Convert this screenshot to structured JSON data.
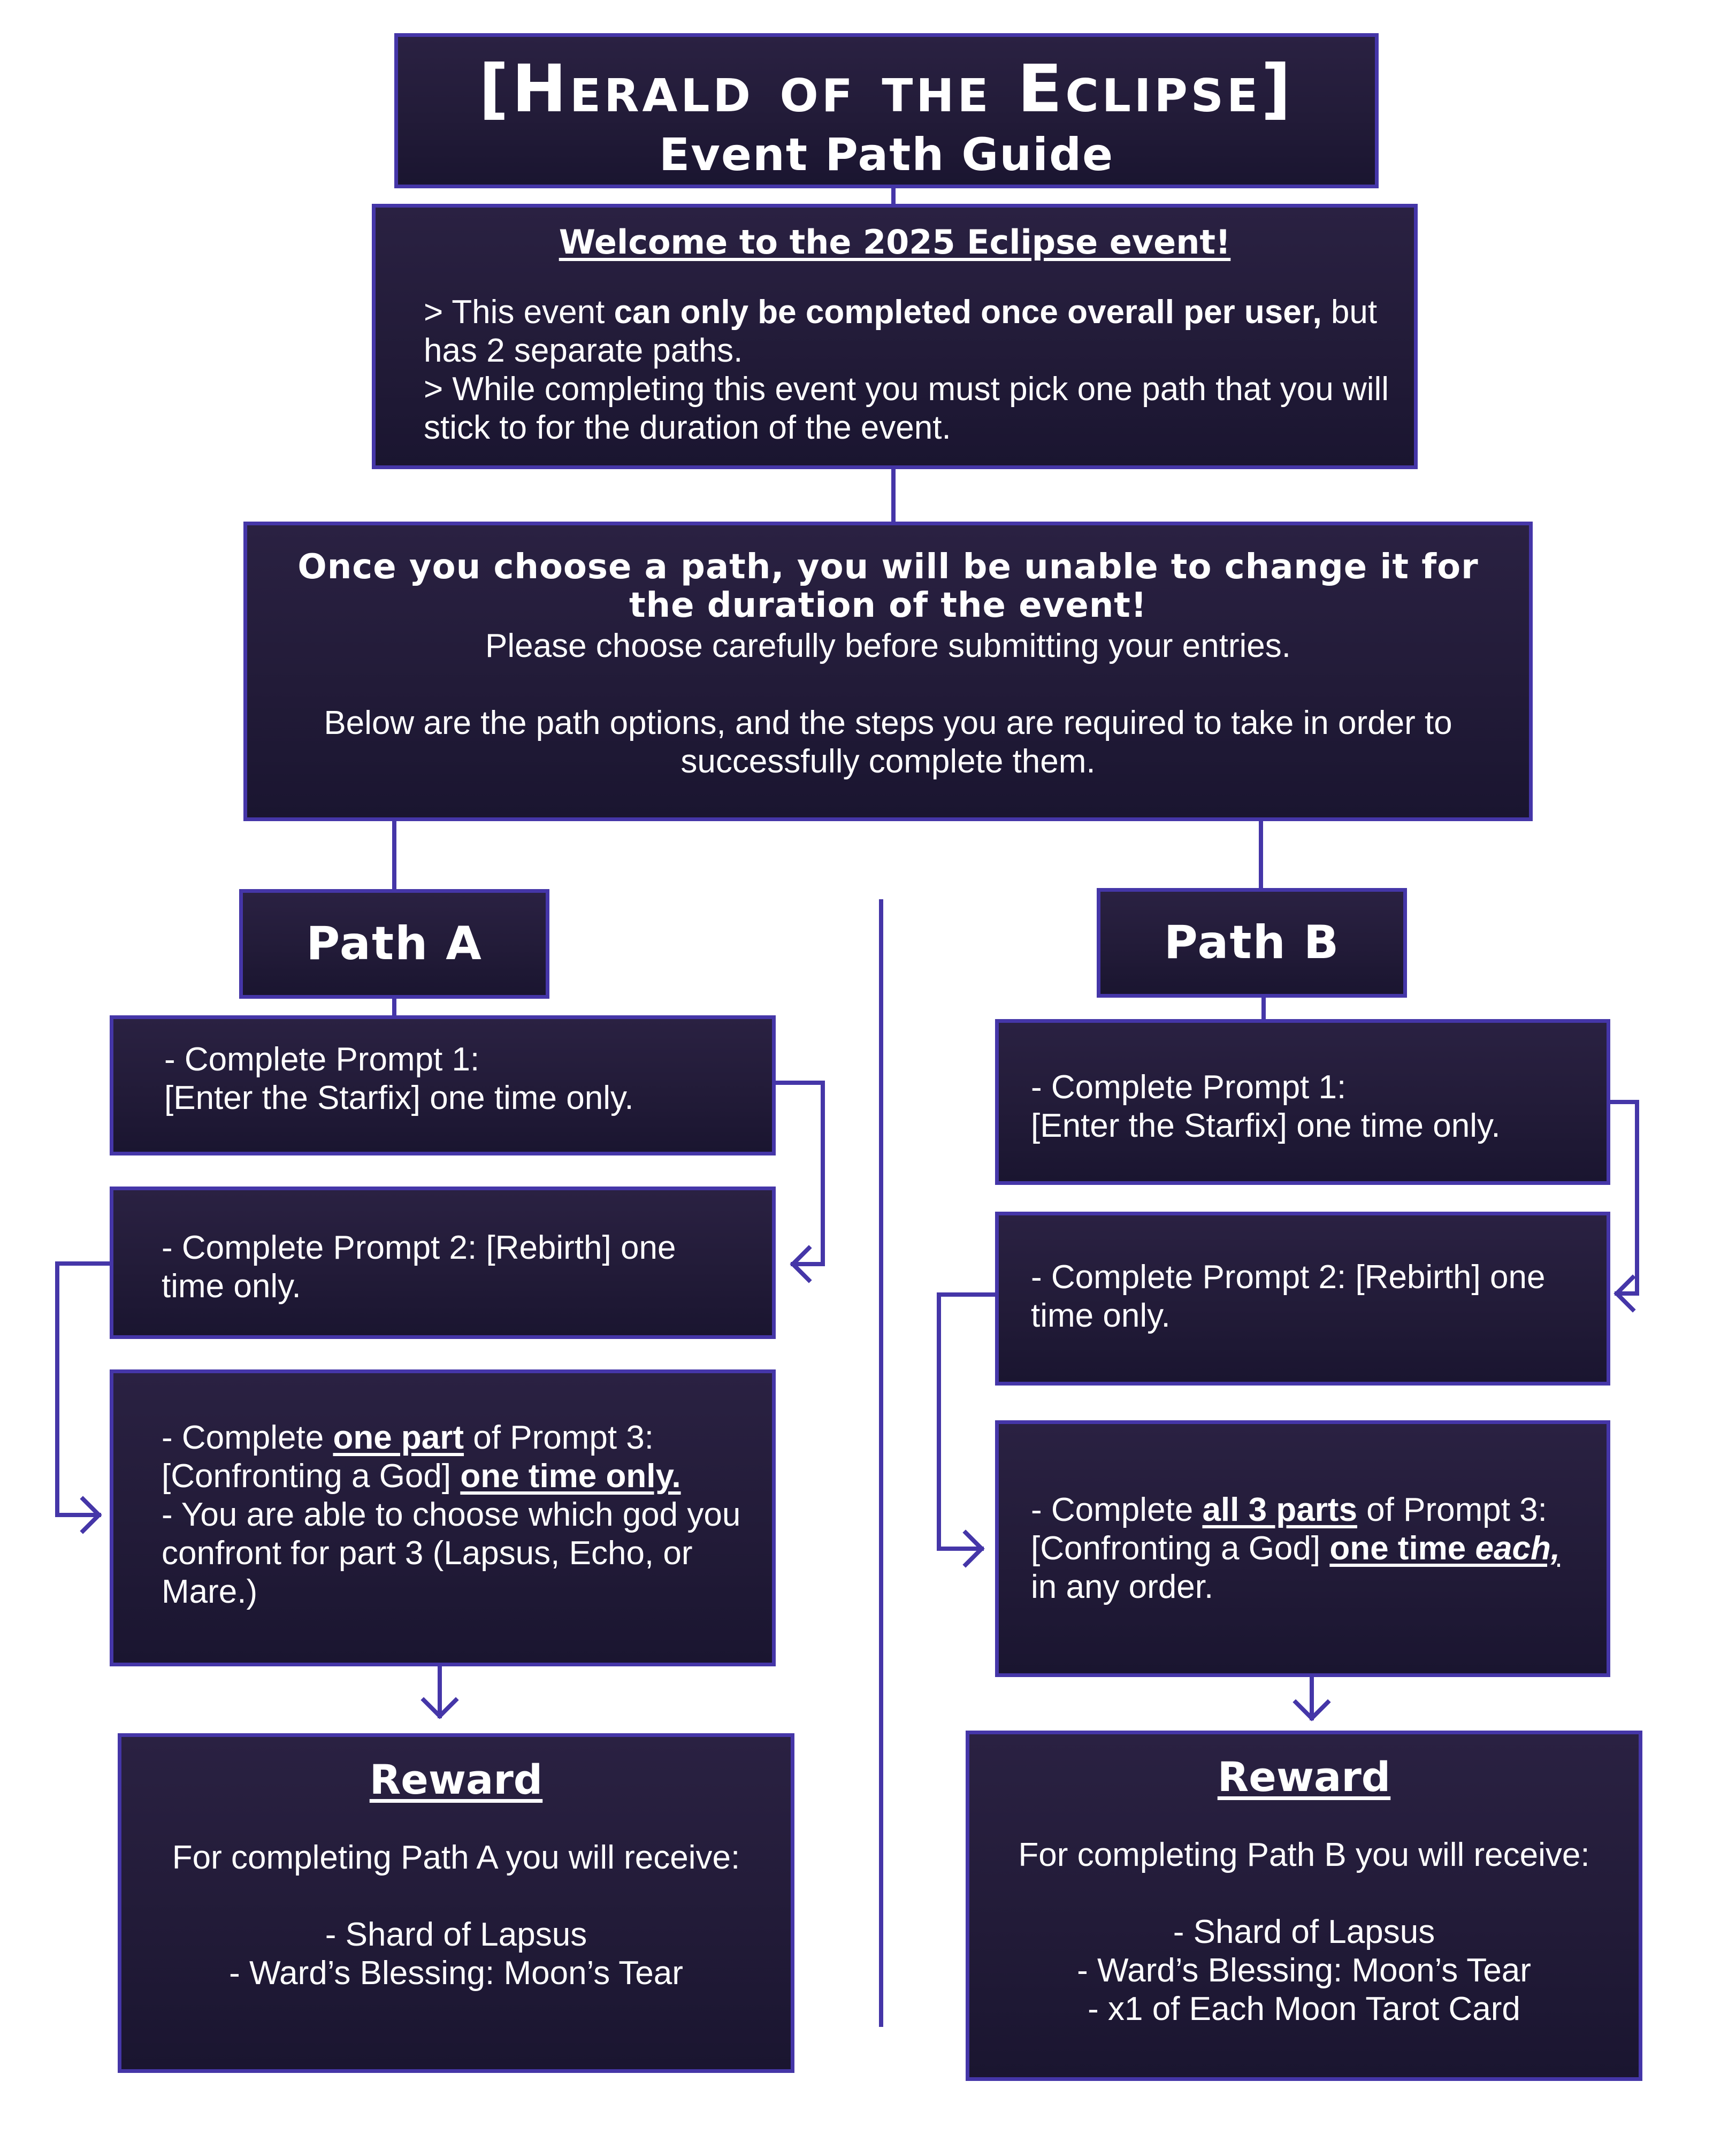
{
  "header": {
    "title": "[Herald of the Eclipse]",
    "subtitle": "Event Path Guide"
  },
  "welcome": {
    "heading": "Welcome to the 2025 Eclipse event!",
    "line1_prefix": "> This event ",
    "line1_bold": "can only be completed once overall per user,",
    "line1_suffix": " but has 2 separate paths.",
    "line2": "> While completing this event you must pick one path that you will stick to for the duration of the event."
  },
  "warning": {
    "bold": "Once you choose a path, you will be unable to change it for the duration of the event!",
    "line1": "Please choose carefully before submitting your entries.",
    "line2": "Below are the path options, and the steps you are required to take in order to successfully complete them."
  },
  "path_a": {
    "title": "Path A",
    "step1_a": "- Complete Prompt 1:",
    "step1_b": "[Enter the Starfix] one time only.",
    "step2": "- Complete Prompt 2: [Rebirth] one time only.",
    "step3_p1": "- Complete ",
    "step3_u1": "one part",
    "step3_p2": " of Prompt 3: [Confronting a God] ",
    "step3_u2": "one time only.",
    "step3_p3": "- You are able to choose which god you confront for part 3 (Lapsus, Echo, or Mare.)",
    "reward_heading": "Reward",
    "reward_intro": "For completing Path A you will receive:",
    "rewards": [
      "- Shard of Lapsus",
      "- Ward’s Blessing: Moon’s Tear"
    ]
  },
  "path_b": {
    "title": "Path B",
    "step1_a": "- Complete Prompt 1:",
    "step1_b": "[Enter the Starfix] one time only.",
    "step2": "- Complete Prompt 2: [Rebirth] one time only.",
    "step3_p1": "- Complete ",
    "step3_u1": "all 3 parts",
    "step3_p2": " of Prompt 3: [Confronting a God] ",
    "step3_u2a": "one time ",
    "step3_u2b": "each,",
    "step3_p3": " in any order.",
    "reward_heading": "Reward",
    "reward_intro": "For completing Path B you will receive:",
    "rewards": [
      "- Shard of Lapsus",
      "- Ward’s Blessing: Moon’s Tear",
      "- x1 of Each Moon Tarot Card"
    ]
  },
  "colors": {
    "box_fill": "#241d3a",
    "border": "#4536a8",
    "line": "#4536a8",
    "text": "#ffffff"
  }
}
